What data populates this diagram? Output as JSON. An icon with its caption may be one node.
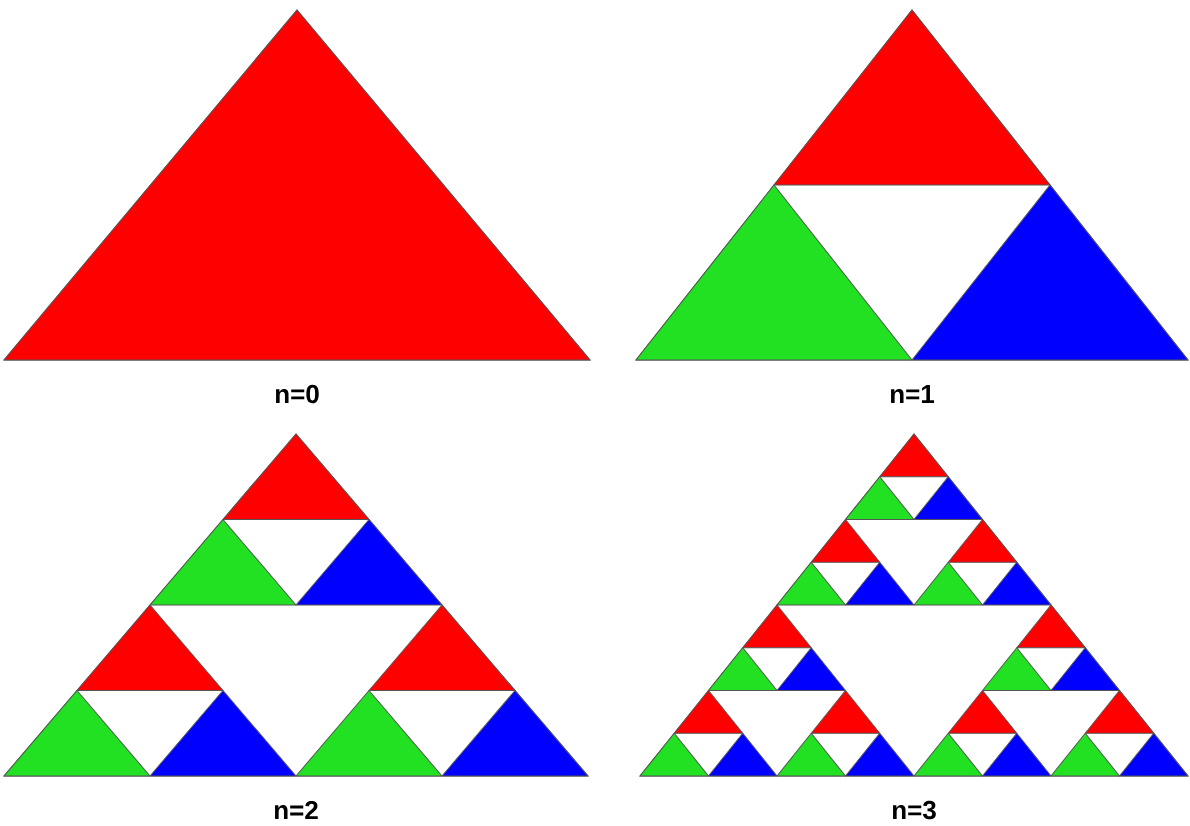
{
  "diagram": {
    "labels": [
      "n=0",
      "n=1",
      "n=2",
      "n=3"
    ]
  }
}
